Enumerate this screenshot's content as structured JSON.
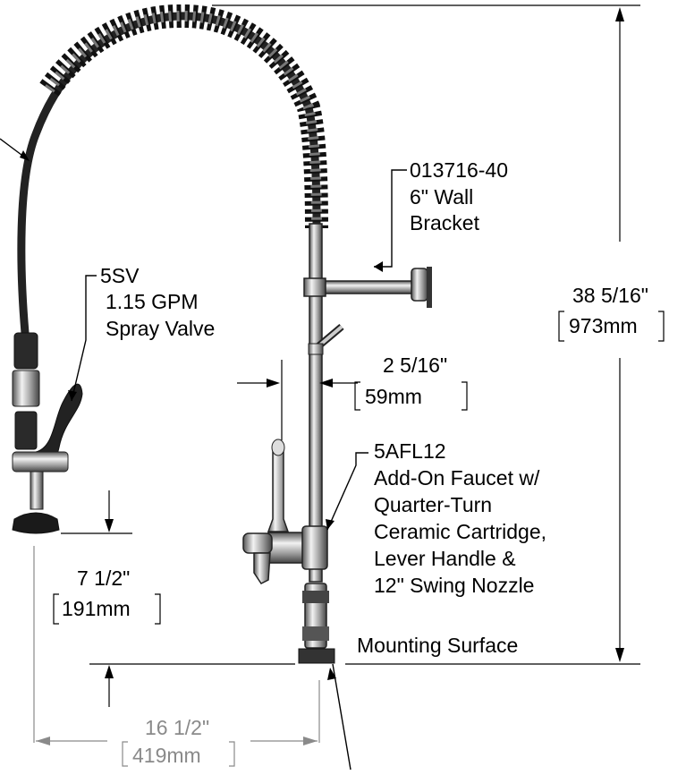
{
  "callouts": {
    "wall_bracket": {
      "part": "013716-40",
      "line1": "6\" Wall",
      "line2": "Bracket"
    },
    "spray_valve": {
      "part": "5SV",
      "line1": "1.15 GPM",
      "line2": "Spray Valve"
    },
    "add_on_faucet": {
      "part": "5AFL12",
      "line1": "Add-On Faucet w/",
      "line2": "Quarter-Turn",
      "line3": "Ceramic Cartridge,",
      "line4": "Lever Handle &",
      "line5": "12\" Swing Nozzle"
    }
  },
  "dimensions": {
    "overall_height": {
      "imperial": "38 5/16\"",
      "metric": "973mm"
    },
    "riser_offset": {
      "imperial": "2 5/16\"",
      "metric": "59mm"
    },
    "valve_height": {
      "imperial": "7 1/2\"",
      "metric": "191mm"
    },
    "reach": {
      "imperial": "16 1/2\"",
      "metric": "419mm"
    }
  },
  "mounting_surface_label": "Mounting Surface",
  "colors": {
    "line": "#000000",
    "dimension_gray": "#8a8a8a",
    "metal_dark": "#3a3a3a",
    "metal_light": "#d8d8d8"
  }
}
